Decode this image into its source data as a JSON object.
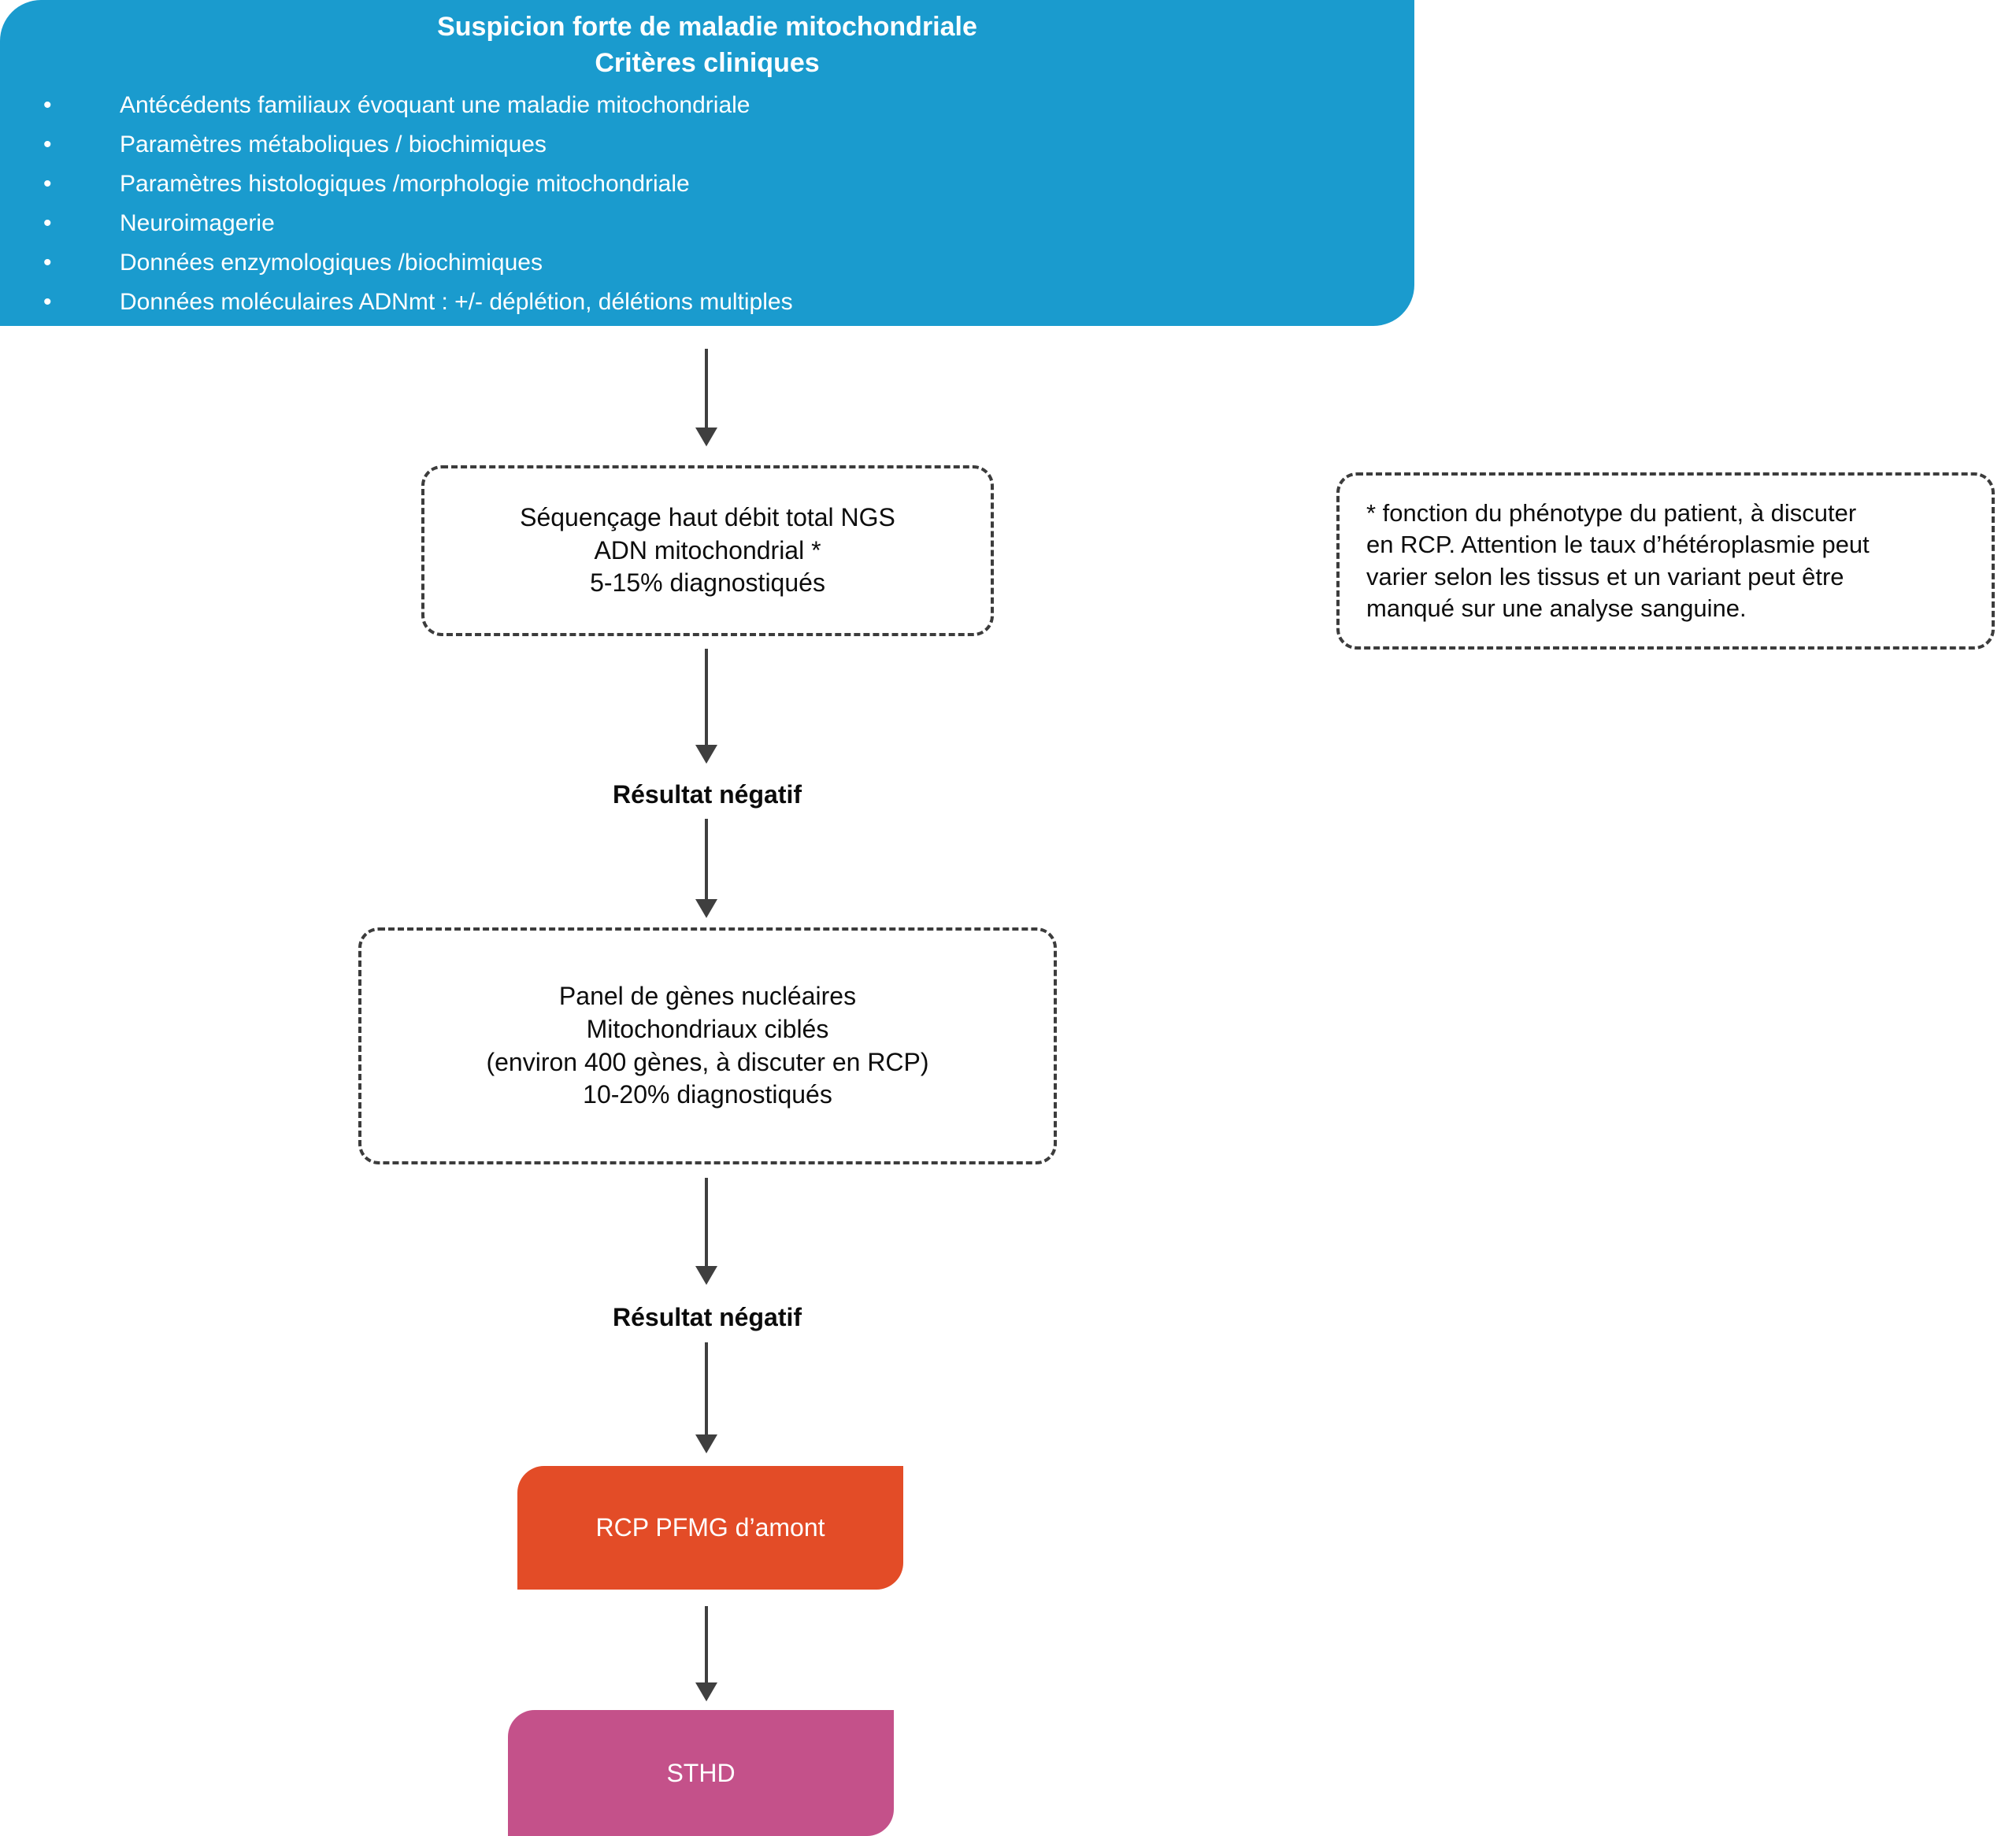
{
  "header": {
    "title_line1": "Suspicion forte de maladie mitochondriale",
    "title_line2": "Critères cliniques",
    "bullet_glyph": "•",
    "bullets": [
      "Antécédents familiaux évoquant une maladie mitochondriale",
      "Paramètres métaboliques / biochimiques",
      "Paramètres histologiques /morphologie mitochondriale",
      "Neuroimagerie",
      "Données enzymologiques /biochimiques",
      "Données moléculaires ADNmt : +/- déplétion, délétions multiples"
    ],
    "background_color": "#1a9bce",
    "text_color": "#ffffff"
  },
  "ngs_box": {
    "line1": "Séquençage haut débit total NGS",
    "line2": "ADN mitochondrial *",
    "line3": "5-15% diagnostiqués"
  },
  "note_box": {
    "line1": "* fonction du phénotype du patient, à discuter",
    "line2": "en RCP. Attention le taux d’hétéroplasmie peut",
    "line3": "varier selon les tissus et un variant peut être",
    "line4": "manqué sur une analyse sanguine."
  },
  "negative_result_1": "Résultat négatif",
  "panel_box": {
    "line1": "Panel de gènes nucléaires",
    "line2": "Mitochondriaux ciblés",
    "line3": "(environ 400 gènes, à discuter en RCP)",
    "line4": "10-20% diagnostiqués"
  },
  "negative_result_2": "Résultat négatif",
  "rcp_box": {
    "label": "RCP PFMG d’amont",
    "background_color": "#e34c27",
    "text_color": "#ffffff"
  },
  "sthd_box": {
    "label": "STHD",
    "background_color": "#c4518a",
    "text_color": "#ffffff"
  },
  "arrows": {
    "color": "#3f3f3f",
    "count": 6,
    "direction": "down"
  },
  "colors": {
    "dashed_border": "#3c3c3c",
    "body_text": "#0d0d0d",
    "page_background": "#ffffff"
  }
}
